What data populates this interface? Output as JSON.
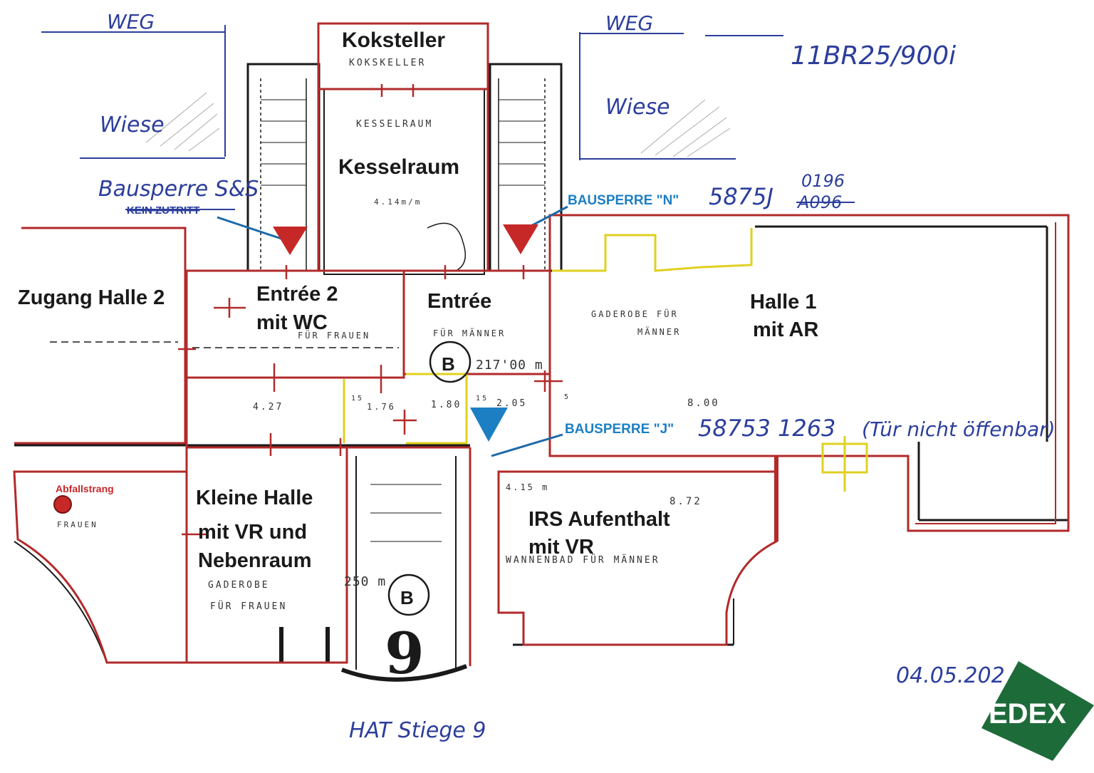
{
  "handwriting": {
    "weg_left": "WEG",
    "weg_right": "WEG",
    "wiese_left": "Wiese",
    "wiese_right": "Wiese",
    "file_ref": "11BR25/900i",
    "bausperre_ss": "Bausperre S&S",
    "kein_zutritt": "KEIN ZUTRITT",
    "code_n": "5875J",
    "code_n_new": "0196",
    "code_n_old": "A096",
    "code_j": "58753 1263",
    "tuer_note": "(Tür nicht öffenbar)",
    "date": "04.05.202",
    "stair": "HAT Stiege 9"
  },
  "rooms": {
    "koksteller": "Koksteller",
    "kesselraum": "Kesselraum",
    "zugang_halle2": "Zugang Halle 2",
    "entree2_line1": "Entrée 2",
    "entree2_line2": "mit WC",
    "entree": "Entrée",
    "halle1_line1": "Halle 1",
    "halle1_line2": "mit AR",
    "kleine_halle_line1": "Kleine Halle",
    "kleine_halle_line2": "mit VR und",
    "kleine_halle_line3": "Nebenraum",
    "irs_line1": "IRS Aufenthalt",
    "irs_line2": "mit VR"
  },
  "markers": {
    "bausperre_n": "BAUSPERRE \"N\"",
    "bausperre_j": "BAUSPERRE \"J\"",
    "abfallstrang": "Abfallstrang"
  },
  "original_plan": {
    "kokskeller": "KOKSKELLER",
    "kesselraum": "KESSELRAUM",
    "dim_kessel": "4.14m/m",
    "garderobe_maenner": "GADEROBE FÜR",
    "maenner": "MÄNNER",
    "fuer_frauen": "FÜR FRAUEN",
    "fuer_maenner": "FÜR MÄNNER",
    "height_b1": "217'00 m",
    "height_b2": "250 m",
    "b_label": "B",
    "dim_800": "8.00",
    "dim_872": "8.72",
    "dim_145": "4.15 m",
    "dim_427": "4.27",
    "dim_176": "1.76",
    "dim_180": "1.80",
    "dim_205": "2.05",
    "dim_15a": "15",
    "dim_15b": "15",
    "dim_5": "5",
    "garderobe_frauen": "GADEROBE",
    "fuer_frauen2": "FÜR FRAUEN",
    "wannenbad": "WANNENBAD FÜR MÄNNER",
    "frauen_small": "FRAUEN",
    "stair_number": "9"
  },
  "logo": {
    "text": "EDEX"
  },
  "colors": {
    "plan_red": "#b22a2a",
    "yellow": "#e0d020",
    "blue_marker": "#1c7fc4",
    "red_marker": "#c62828",
    "ink": "#1a1a1a",
    "logo_green": "#1e6b3a"
  }
}
